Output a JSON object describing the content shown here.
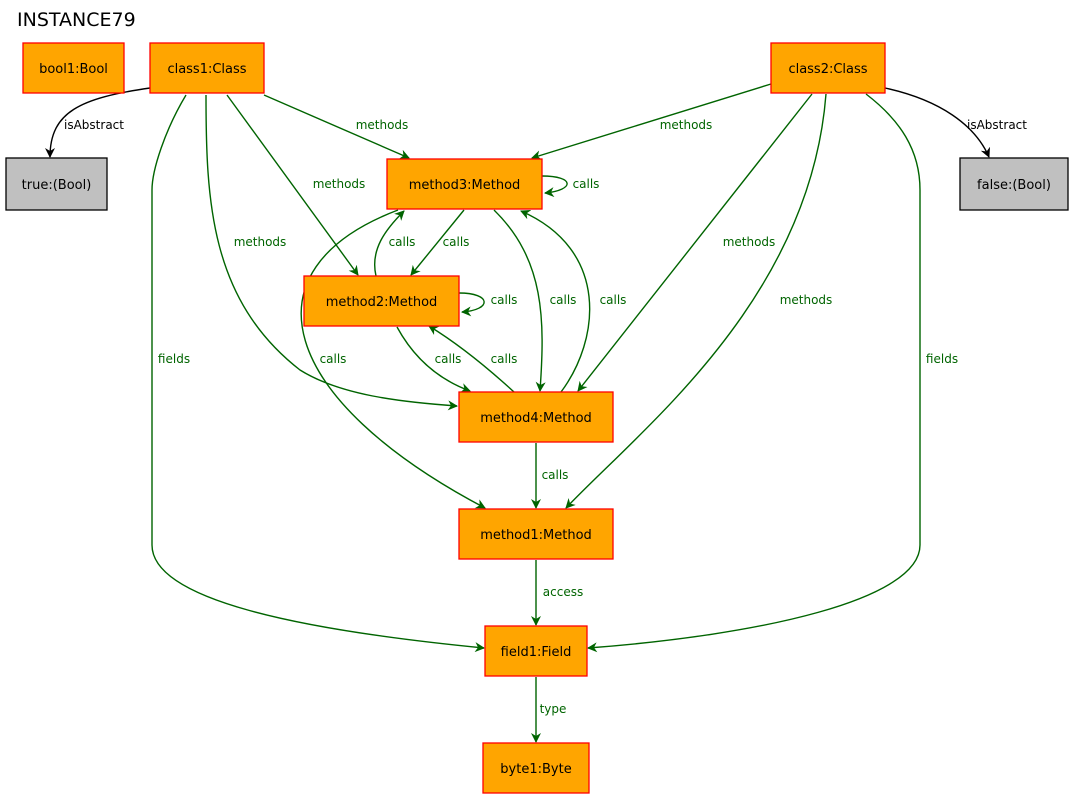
{
  "title": "INSTANCE79",
  "colors": {
    "object_fill": "#ffa500",
    "object_border": "#ff0000",
    "value_fill": "#c0c0c0",
    "value_border": "#000000",
    "green_edge": "#006400",
    "black_edge": "#000000"
  },
  "nodes": [
    {
      "id": "bool1",
      "label": "bool1:Bool",
      "kind": "object"
    },
    {
      "id": "class1",
      "label": "class1:Class",
      "kind": "object"
    },
    {
      "id": "class2",
      "label": "class2:Class",
      "kind": "object"
    },
    {
      "id": "true",
      "label": "true:(Bool)",
      "kind": "value"
    },
    {
      "id": "false",
      "label": "false:(Bool)",
      "kind": "value"
    },
    {
      "id": "method3",
      "label": "method3:Method",
      "kind": "object"
    },
    {
      "id": "method2",
      "label": "method2:Method",
      "kind": "object"
    },
    {
      "id": "method4",
      "label": "method4:Method",
      "kind": "object"
    },
    {
      "id": "method1",
      "label": "method1:Method",
      "kind": "object"
    },
    {
      "id": "field1",
      "label": "field1:Field",
      "kind": "object"
    },
    {
      "id": "byte1",
      "label": "byte1:Byte",
      "kind": "object"
    }
  ],
  "edges": [
    {
      "from": "class1",
      "to": "true",
      "label": "isAbstract",
      "color": "black"
    },
    {
      "from": "class2",
      "to": "false",
      "label": "isAbstract",
      "color": "black"
    },
    {
      "from": "class1",
      "to": "method3",
      "label": "methods",
      "color": "green"
    },
    {
      "from": "class1",
      "to": "method2",
      "label": "methods",
      "color": "green"
    },
    {
      "from": "class1",
      "to": "method4",
      "label": "methods",
      "color": "green"
    },
    {
      "from": "class1",
      "to": "field1",
      "label": "fields",
      "color": "green"
    },
    {
      "from": "class2",
      "to": "method3",
      "label": "methods",
      "color": "green"
    },
    {
      "from": "class2",
      "to": "method4",
      "label": "methods",
      "color": "green"
    },
    {
      "from": "class2",
      "to": "method1",
      "label": "methods",
      "color": "green"
    },
    {
      "from": "class2",
      "to": "field1",
      "label": "fields",
      "color": "green"
    },
    {
      "from": "method3",
      "to": "method3",
      "label": "calls",
      "color": "green"
    },
    {
      "from": "method3",
      "to": "method2",
      "label": "calls",
      "color": "green"
    },
    {
      "from": "method2",
      "to": "method3",
      "label": "calls",
      "color": "green"
    },
    {
      "from": "method3",
      "to": "method4",
      "label": "calls",
      "color": "green"
    },
    {
      "from": "method4",
      "to": "method3",
      "label": "calls",
      "color": "green"
    },
    {
      "from": "method3",
      "to": "method1",
      "label": "calls",
      "color": "green"
    },
    {
      "from": "method2",
      "to": "method2",
      "label": "calls",
      "color": "green"
    },
    {
      "from": "method2",
      "to": "method4",
      "label": "calls",
      "color": "green"
    },
    {
      "from": "method4",
      "to": "method2",
      "label": "calls",
      "color": "green"
    },
    {
      "from": "method4",
      "to": "method1",
      "label": "calls",
      "color": "green"
    },
    {
      "from": "method1",
      "to": "field1",
      "label": "access",
      "color": "green"
    },
    {
      "from": "field1",
      "to": "byte1",
      "label": "type",
      "color": "green"
    }
  ]
}
